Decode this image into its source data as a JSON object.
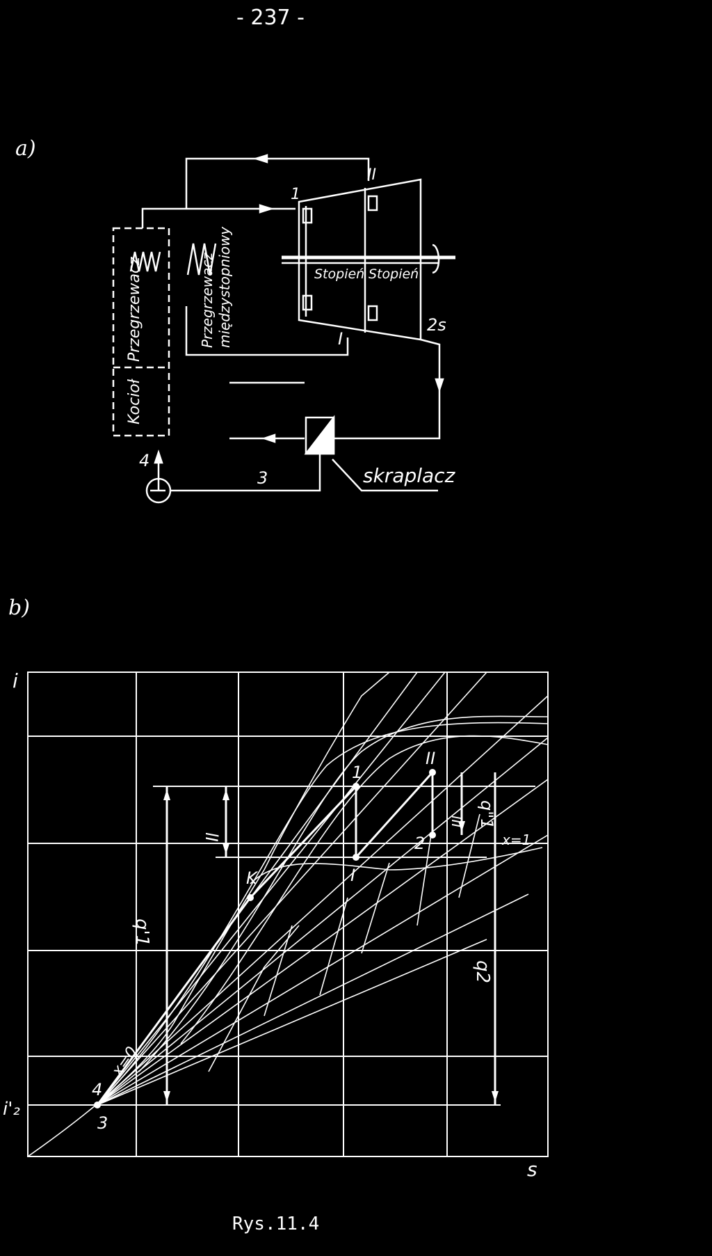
{
  "page_number": "- 237 -",
  "caption": "Rys.11.4",
  "panel_a": {
    "label": "a)",
    "boiler": "Kocioł",
    "superheater": "Przegrzewacz",
    "reheater_line1": "Przegrzewacz",
    "reheater_line2": "międzystopniowy",
    "stage_left": "Stopień",
    "stage_right": "Stopień",
    "condenser": "skraplacz",
    "points": [
      "1",
      "II",
      "I",
      "2s",
      "3",
      "4"
    ]
  },
  "panel_b": {
    "label": "b)",
    "y_axis": "i",
    "x_axis": "s",
    "i2_label": "i'₂",
    "labels": {
      "K": "K",
      "p1": "1",
      "pII": "II",
      "pI": "I",
      "p2": "2",
      "p3": "3",
      "p4": "4",
      "x0": "x=0",
      "x1": "x=1",
      "lI": "lI",
      "lII": "lII",
      "q1": "q'1",
      "q1pp": "q\"1",
      "q2": "q2"
    }
  },
  "colors": {
    "background": "#000000",
    "ink": "#ffffff"
  }
}
